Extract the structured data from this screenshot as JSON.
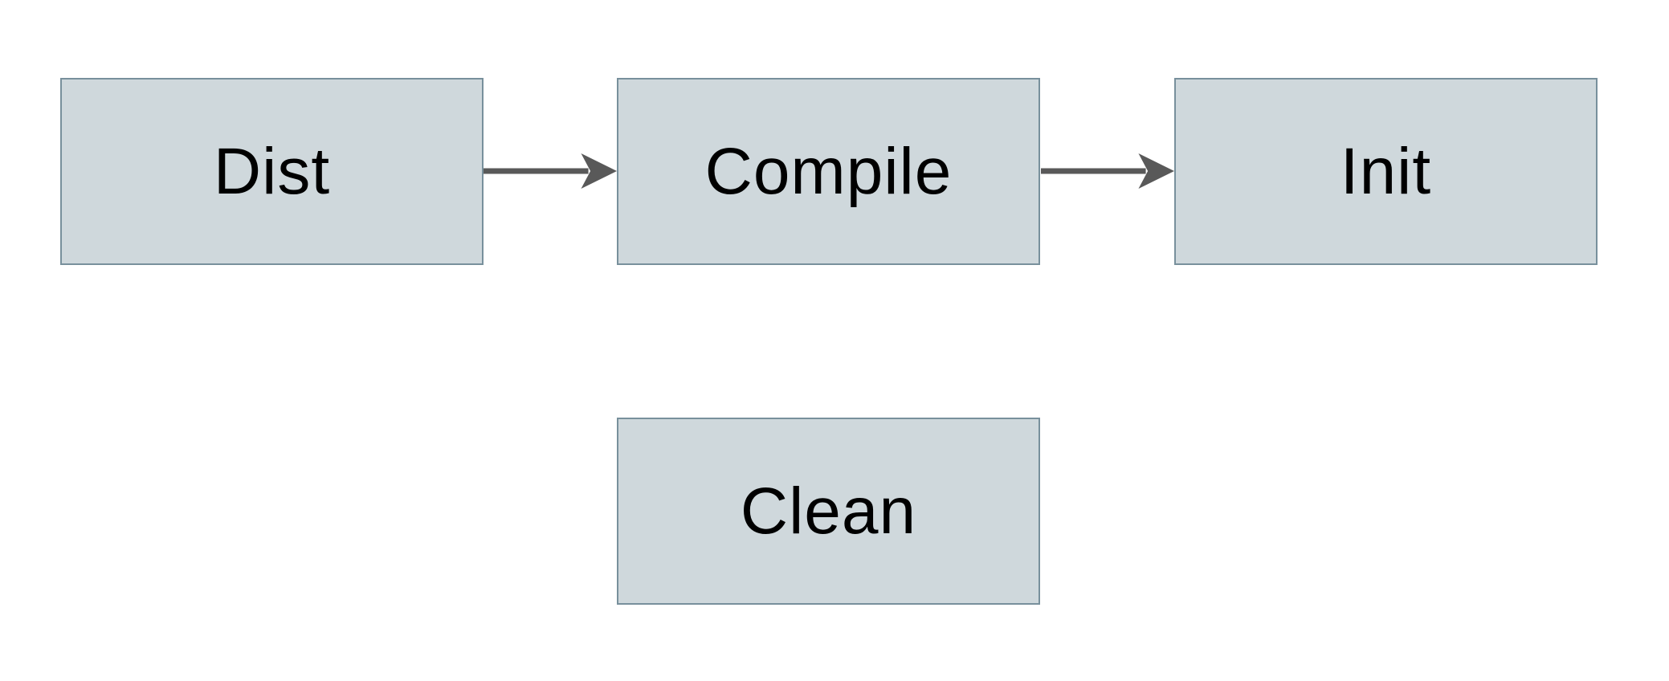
{
  "diagram": {
    "colors": {
      "canvas-bg": "#ffffff",
      "node-fill": "#cfd8dc",
      "node-border": "#78909c",
      "arrow-color": "#595959",
      "label-color": "#000000"
    },
    "nodes": [
      {
        "id": "dist",
        "label": "Dist"
      },
      {
        "id": "compile",
        "label": "Compile"
      },
      {
        "id": "init",
        "label": "Init"
      },
      {
        "id": "clean",
        "label": "Clean"
      }
    ],
    "edges": [
      {
        "from": "dist",
        "to": "compile",
        "direction": "right"
      },
      {
        "from": "compile",
        "to": "init",
        "direction": "right"
      }
    ]
  }
}
